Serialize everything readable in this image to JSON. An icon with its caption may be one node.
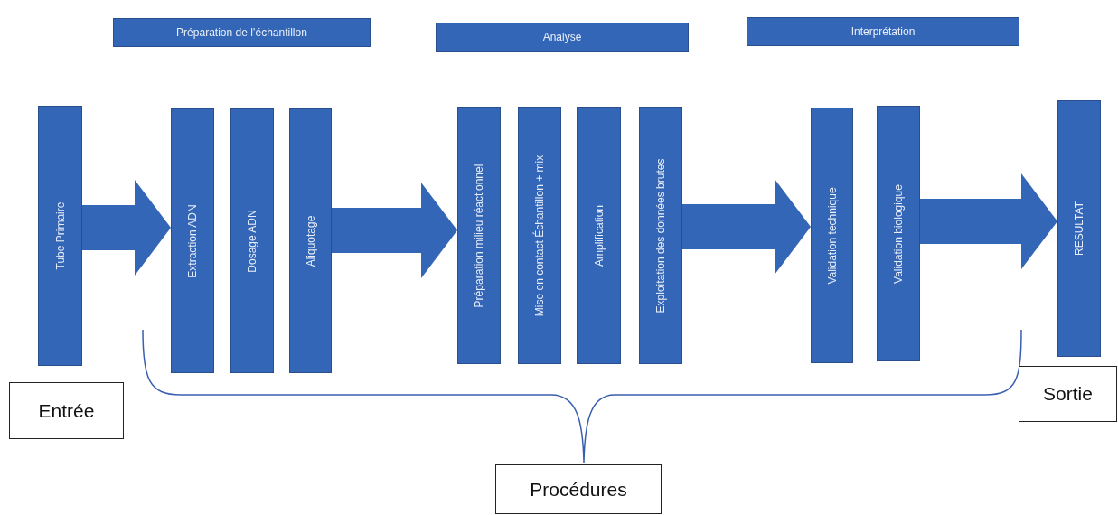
{
  "diagram": {
    "nodes": [
      {
        "text": [
          "Préparation de l’échantillon"
        ]
      },
      {
        "text": [
          "Analyse"
        ]
      },
      {
        "text": [
          "Interprétation"
        ]
      },
      {
        "text": [
          "Tube Primaire"
        ]
      },
      {
        "text": [
          "Extraction ADN"
        ]
      },
      {
        "text": [
          "Dosage ADN"
        ]
      },
      {
        "text": [
          "Aliquotage"
        ]
      },
      {
        "text": [
          "Préparation milieu réactionnel"
        ]
      },
      {
        "text": [
          "Mise en contact Échantillon + mix"
        ]
      },
      {
        "text": [
          "Amplification"
        ]
      },
      {
        "text": [
          "Exploitation des données brutes"
        ]
      },
      {
        "text": [
          "Validation technique"
        ]
      },
      {
        "text": [
          "Validation biologique"
        ]
      },
      {
        "text": [
          "RESULTAT"
        ]
      },
      {
        "text": [
          "Entrée"
        ]
      },
      {
        "text": [
          "Sortie"
        ]
      },
      {
        "text": [
          "Procédures"
        ]
      }
    ],
    "edges": [
      {
        "from": 3,
        "to": 4,
        "arrow": "to"
      },
      {
        "from": 6,
        "to": 7,
        "arrow": "to"
      },
      {
        "from": 10,
        "to": 11,
        "arrow": "to"
      },
      {
        "from": 12,
        "to": 13,
        "arrow": "to"
      }
    ]
  }
}
